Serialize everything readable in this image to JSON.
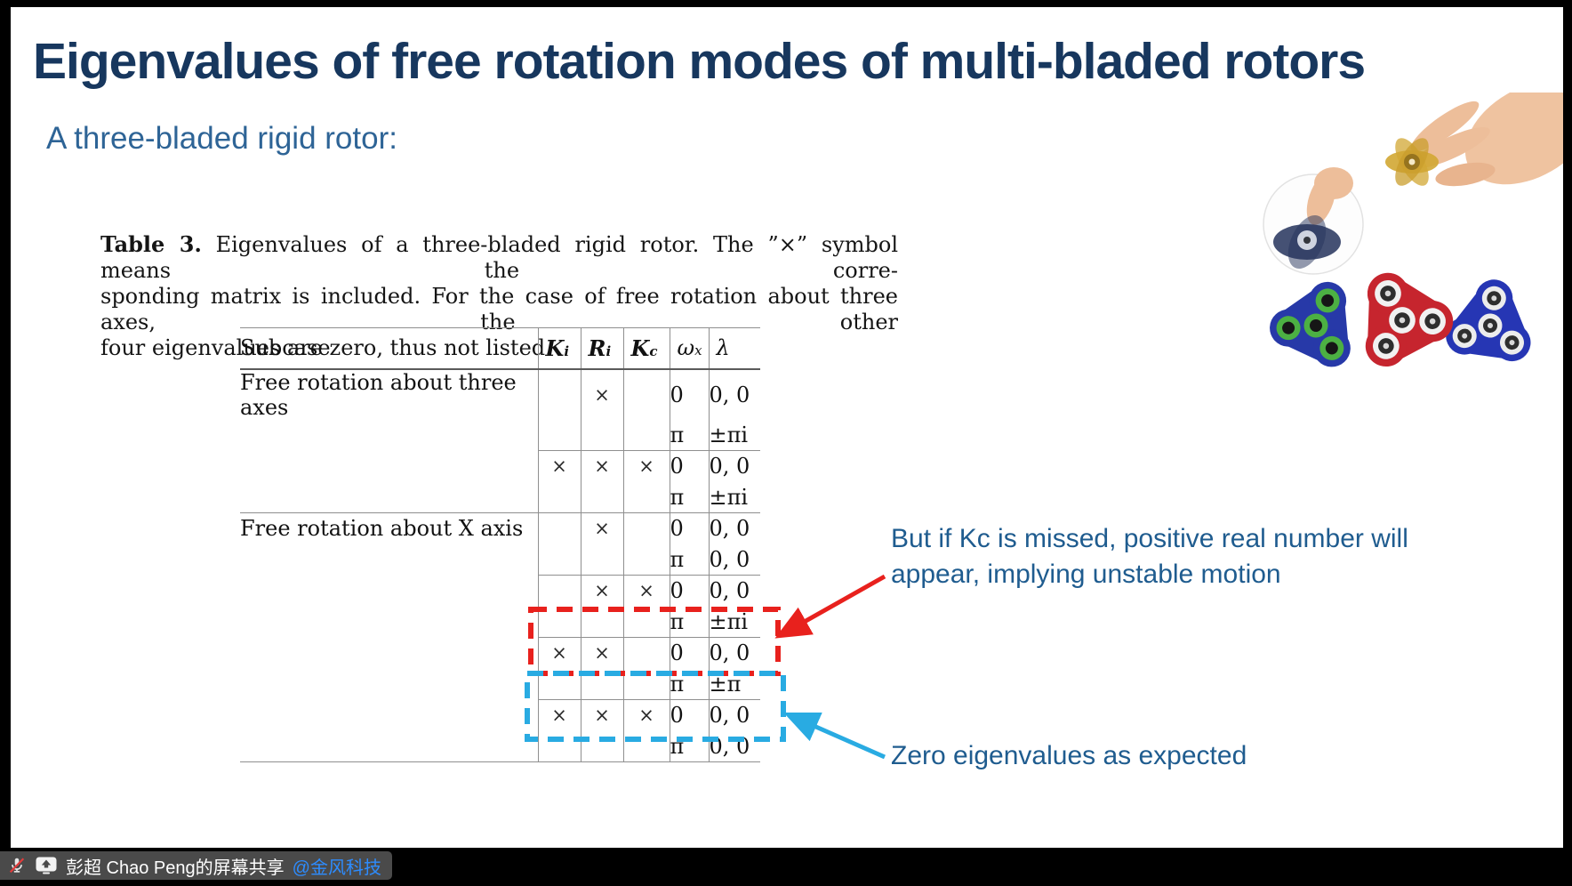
{
  "slide": {
    "title": "Eigenvalues of free rotation modes of multi-bladed rotors",
    "subtitle": "A three-bladed rigid rotor:"
  },
  "caption": {
    "label": "Table 3.",
    "line1_rest": " Eigenvalues of a three-bladed rigid rotor. The ”×” symbol means the corre-",
    "line2": "sponding matrix is included. For the case of free rotation about three axes, the other",
    "line3": "four eigenvalues are zero, thus not listed."
  },
  "table": {
    "headers": [
      {
        "text": "Subcase"
      },
      {
        "base": "K",
        "sub": "i"
      },
      {
        "base": "R",
        "sub": "i"
      },
      {
        "base": "K",
        "sub": "c"
      },
      {
        "base": "ω",
        "sub": "x"
      },
      {
        "base": "λ",
        "sub": ""
      }
    ],
    "rows": [
      {
        "subcase": "Free rotation about three axes",
        "ki": "",
        "ri": "×",
        "kc": "",
        "omega": "0",
        "lambda": "0, 0"
      },
      {
        "subcase": "",
        "ki": "",
        "ri": "",
        "kc": "",
        "omega": "π",
        "lambda": "±πi"
      },
      {
        "subcase": "",
        "ki": "×",
        "ri": "×",
        "kc": "×",
        "omega": "0",
        "lambda": "0, 0"
      },
      {
        "subcase": "",
        "ki": "",
        "ri": "",
        "kc": "",
        "omega": "π",
        "lambda": "±πi"
      },
      {
        "subcase": "Free rotation about X axis",
        "ki": "",
        "ri": "×",
        "kc": "",
        "omega": "0",
        "lambda": "0, 0"
      },
      {
        "subcase": "",
        "ki": "",
        "ri": "",
        "kc": "",
        "omega": "π",
        "lambda": "0, 0"
      },
      {
        "subcase": "",
        "ki": "",
        "ri": "×",
        "kc": "×",
        "omega": "0",
        "lambda": "0, 0"
      },
      {
        "subcase": "",
        "ki": "",
        "ri": "",
        "kc": "",
        "omega": "π",
        "lambda": "±πi"
      },
      {
        "subcase": "",
        "ki": "×",
        "ri": "×",
        "kc": "",
        "omega": "0",
        "lambda": "0, 0"
      },
      {
        "subcase": "",
        "ki": "",
        "ri": "",
        "kc": "",
        "omega": "π",
        "lambda": "±π"
      },
      {
        "subcase": "",
        "ki": "×",
        "ri": "×",
        "kc": "×",
        "omega": "0",
        "lambda": "0, 0"
      },
      {
        "subcase": "",
        "ki": "",
        "ri": "",
        "kc": "",
        "omega": "π",
        "lambda": "0, 0"
      }
    ]
  },
  "annotations": {
    "unstable_line1": "But if Kc is missed, positive real number will",
    "unstable_line2": "appear, implying unstable motion",
    "zero_note": "Zero eigenvalues as expected"
  },
  "share_bar": {
    "text": "彭超 Chao Peng的屏幕共享 ",
    "mention": "@金风科技"
  },
  "colors": {
    "title_navy": "#17375E",
    "subtitle_blue": "#2E6496",
    "note_blue": "#1F5C8F",
    "annotation_red": "#E8211D",
    "annotation_light_blue": "#29ABE2",
    "pill_bg": "#4A4A4A",
    "mention_blue": "#2D8CFF",
    "spinner_blue": "#2739A8",
    "spinner_red": "#C6252E",
    "spinner_green_ring": "#4CB043",
    "gold_spinner": "#D2A733"
  }
}
